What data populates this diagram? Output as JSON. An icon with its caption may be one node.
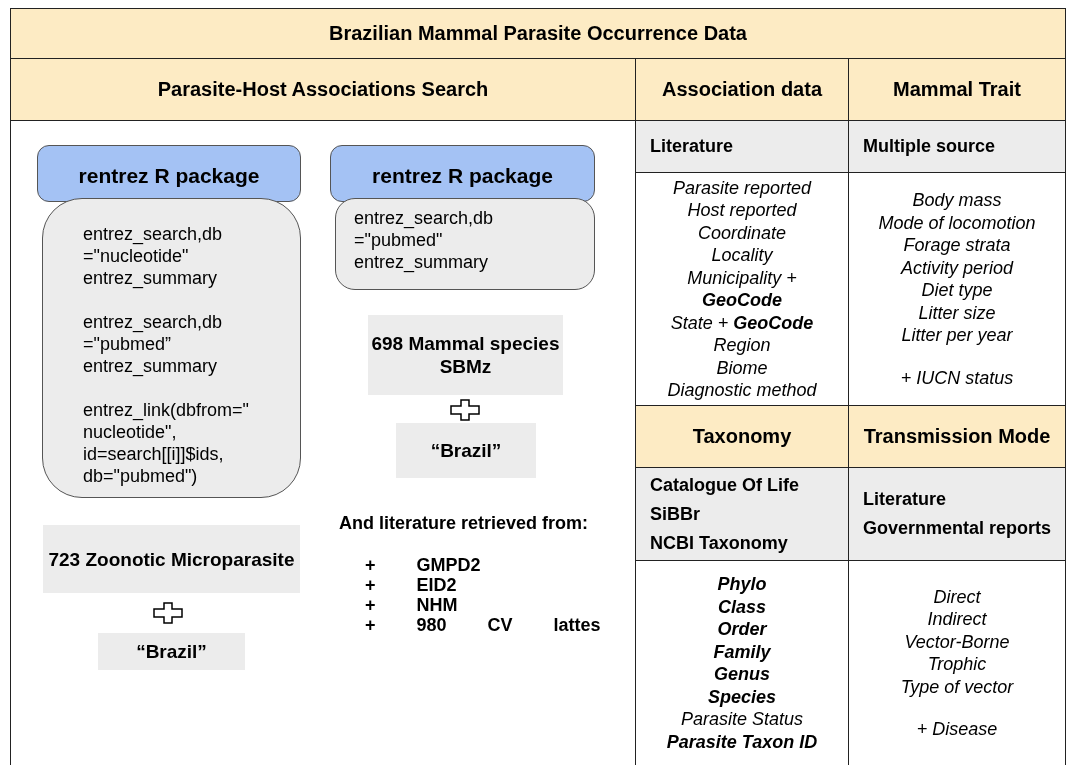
{
  "diagram": {
    "nodes": [
      {
        "text": [
          "Brazilian Mammal Parasite Occurrence Data"
        ]
      },
      {
        "text": [
          "Parasite-Host Associations Search"
        ]
      },
      {
        "text": [
          "rentrez R package"
        ]
      },
      {
        "text": [
          "entrez_search,db =\"nucleotide\" entrez_summary",
          "entrez_search,db =\"pubmed” entrez_summary",
          "entrez_link(dbfrom=\" nucleotide\", id=search[[i]]$ids, db=\"pubmed\")"
        ]
      },
      {
        "text": [
          "rentrez R package"
        ]
      },
      {
        "text": [
          "entrez_search,db =\"pubmed\" entrez_summary"
        ]
      },
      {
        "text": [
          "698 Mammal species SBMz"
        ]
      },
      {
        "text": [
          "“Brazil”"
        ]
      },
      {
        "text": [
          "723 Zoonotic Microparasite"
        ]
      },
      {
        "text": [
          "“Brazil”"
        ]
      },
      {
        "text": [
          "Association data"
        ]
      },
      {
        "text": [
          "Mammal Trait"
        ]
      },
      {
        "text": [
          "Literature"
        ]
      },
      {
        "text": [
          "Multiple source"
        ]
      },
      {
        "text": [
          "Parasite reported",
          "Host reported",
          "Coordinate",
          "Locality",
          "Municipality + **GeoCode**",
          "State + **GeoCode**",
          "Region",
          "Biome",
          "Diagnostic method"
        ]
      },
      {
        "text": [
          "Body mass",
          "Mode of locomotion",
          "Forage strata",
          "Activity period",
          "Diet type",
          "Litter size",
          "Litter per year",
          "+ IUCN status"
        ]
      },
      {
        "text": [
          "Taxonomy"
        ]
      },
      {
        "text": [
          "Transmission Mode"
        ]
      },
      {
        "text": [
          "Catalogue Of Life",
          "SiBBr",
          "NCBI Taxonomy"
        ]
      },
      {
        "text": [
          "Literature",
          "Governmental reports"
        ]
      },
      {
        "text": [
          "**Phylo**",
          "**Class**",
          "**Order**",
          "**Family**",
          "**Genus**",
          "**Species**",
          "Parasite Status",
          "**Parasite Taxon ID**"
        ]
      },
      {
        "text": [
          "Direct",
          "Indirect",
          "Vector-Borne",
          "Trophic",
          "Type of vector",
          "+ Disease"
        ]
      }
    ],
    "edges": [],
    "labels": [
      "And literature retrieved from:",
      "+ GMPD2",
      "+ EID2",
      "+ NHM",
      "+ 980 CV lattes"
    ]
  }
}
